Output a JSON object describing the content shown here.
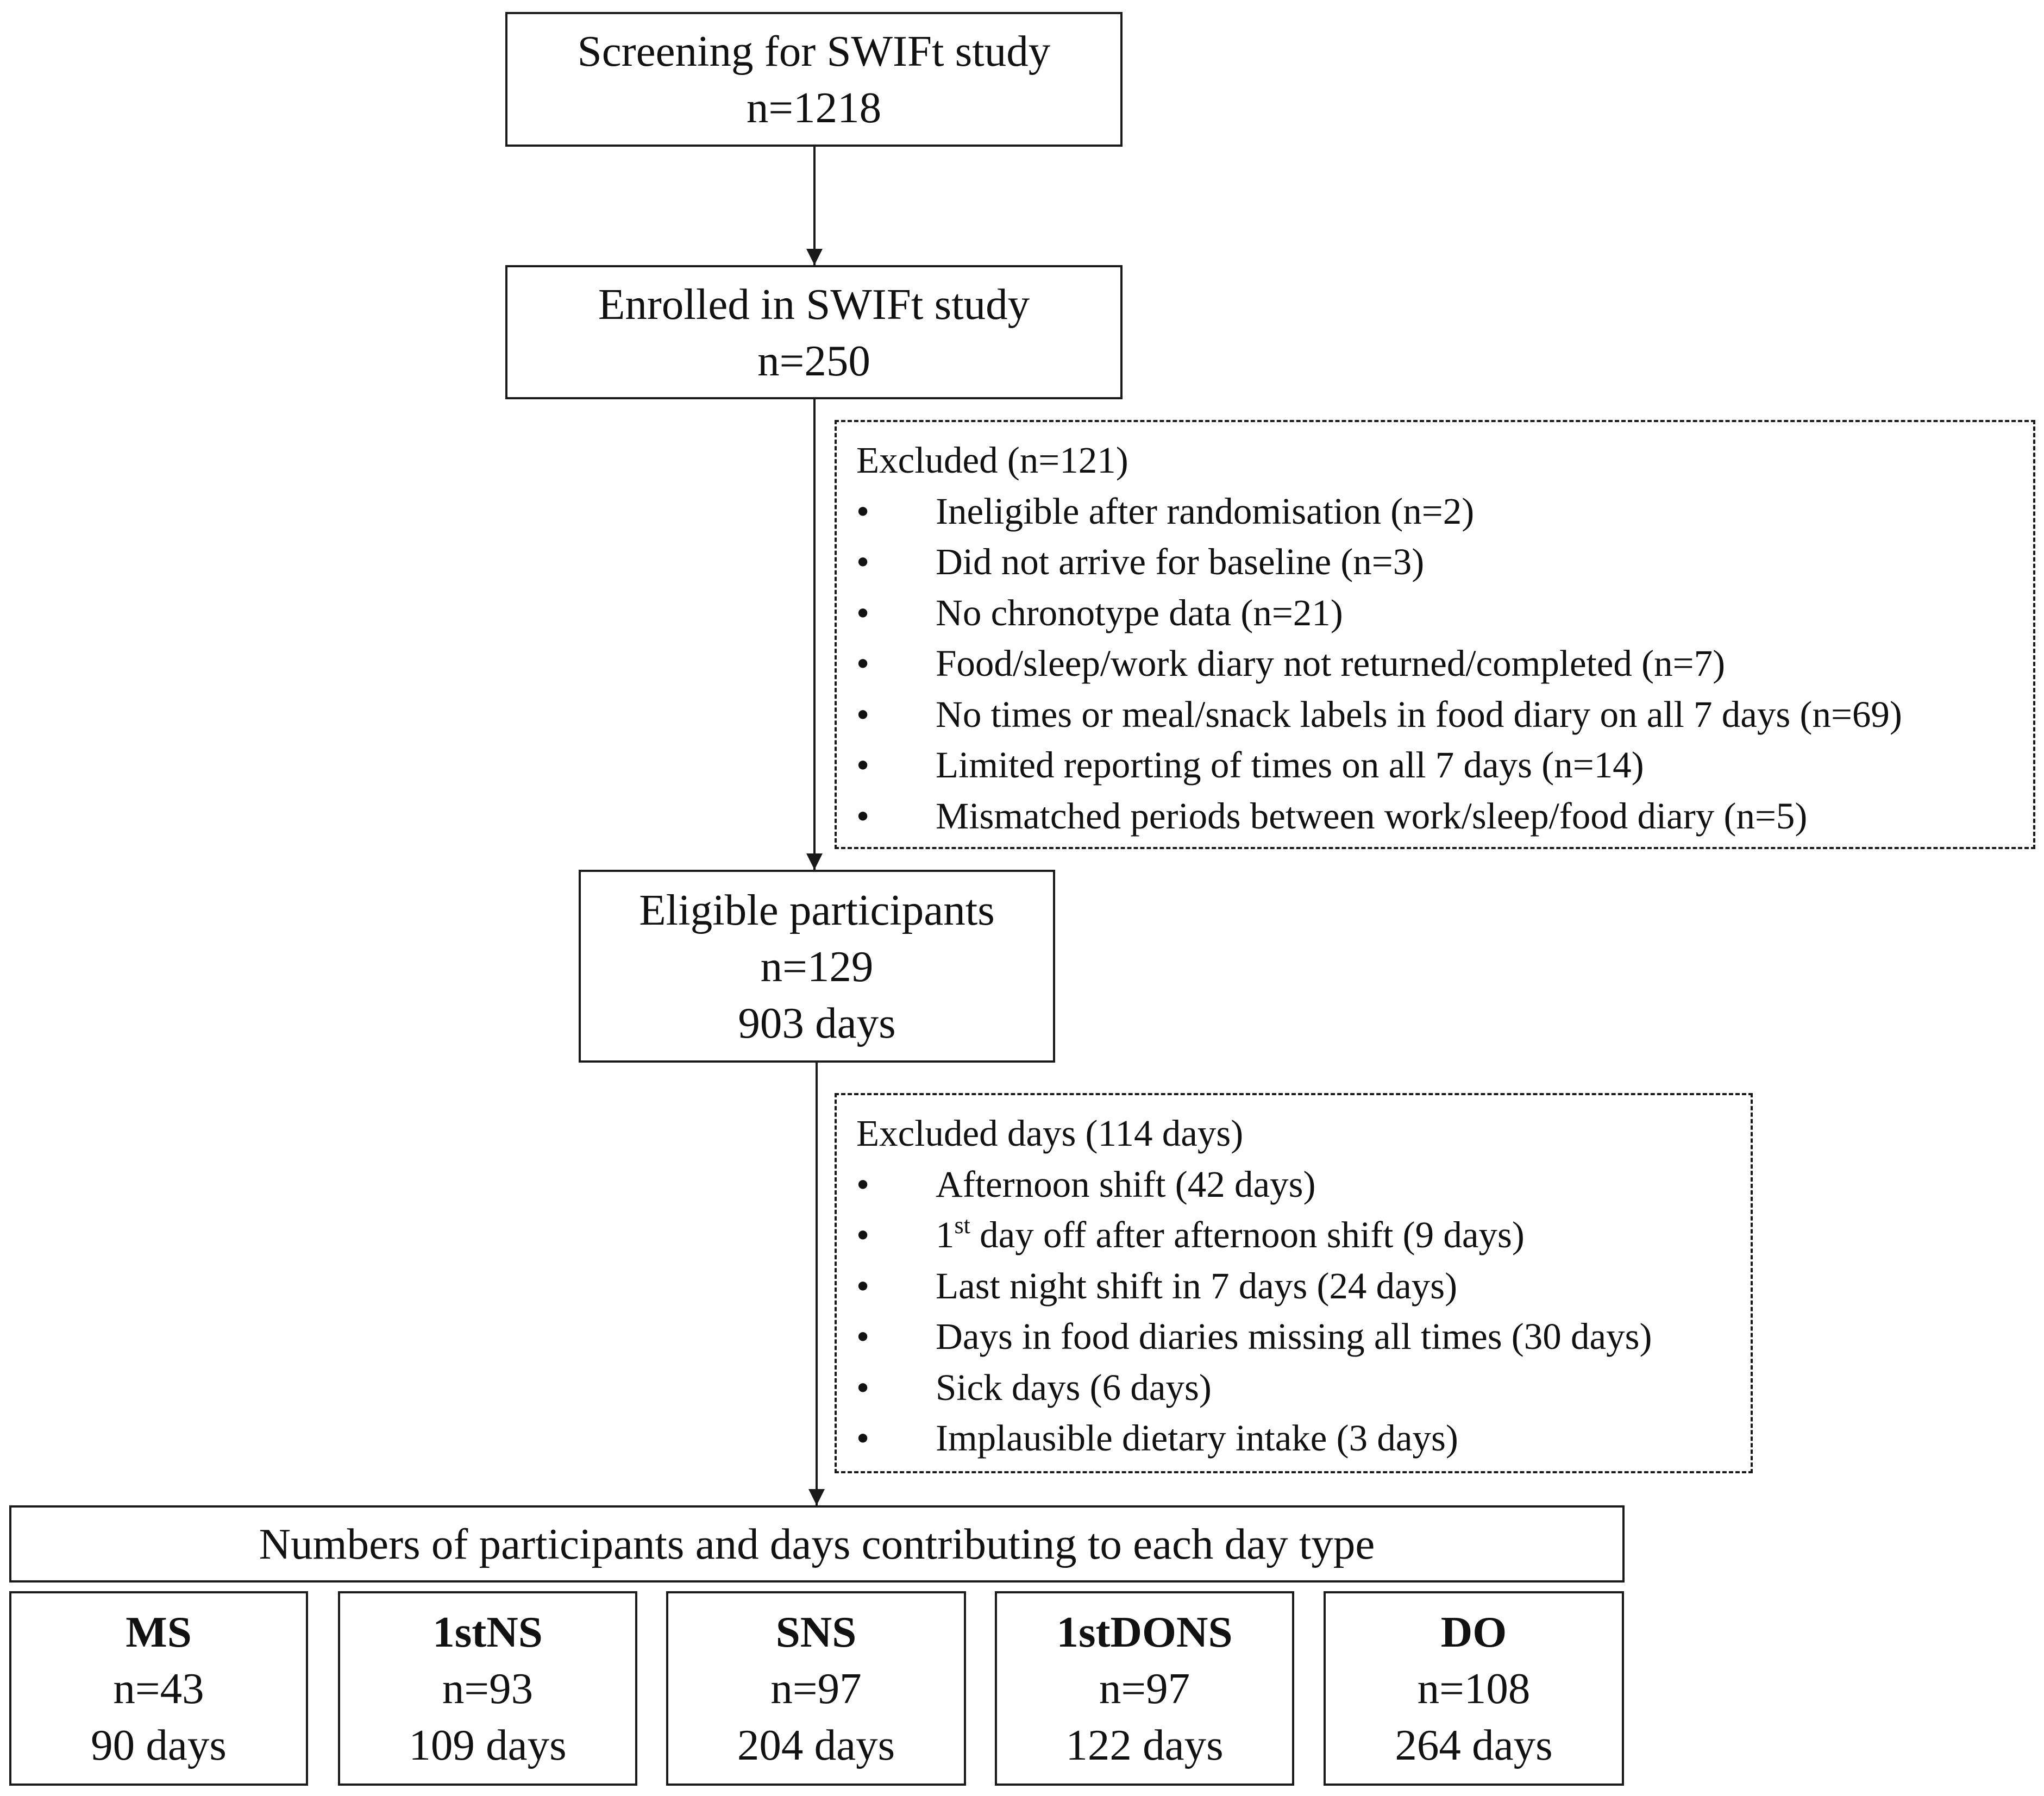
{
  "screening": {
    "title": "Screening for SWIFt study",
    "n": "n=1218"
  },
  "enrolled": {
    "title": "Enrolled in SWIFt study",
    "n": "n=250"
  },
  "excluded": {
    "header": "Excluded (n=121)",
    "bullet": "•",
    "items": [
      "Ineligible after randomisation (n=2)",
      "Did not arrive for baseline (n=3)",
      "No chronotype data (n=21)",
      "Food/sleep/work diary not returned/completed (n=7)",
      "No times or meal/snack labels in food diary on all 7 days (n=69)",
      "Limited reporting of times on all 7 days (n=14)",
      "Mismatched periods between work/sleep/food diary (n=5)"
    ]
  },
  "eligible": {
    "title": "Eligible participants",
    "n": "n=129",
    "days": "903 days"
  },
  "excluded_days": {
    "header": "Excluded days (114 days)",
    "bullet": "•",
    "items": [
      "Afternoon shift (42 days)",
      {
        "pre": "1",
        "sup": "st",
        "post": " day off after afternoon shift (9 days)"
      },
      "Last night shift in 7 days (24 days)",
      "Days in food diaries missing all times (30 days)",
      "Sick days (6 days)",
      "Implausible dietary intake (3 days)"
    ]
  },
  "summary": {
    "title": "Numbers of participants and days contributing to each day type"
  },
  "day_types": [
    {
      "label": "MS",
      "n": "n=43",
      "days": "90 days"
    },
    {
      "label": "1stNS",
      "n": "n=93",
      "days": "109 days"
    },
    {
      "label": "SNS",
      "n": "n=97",
      "days": "204 days"
    },
    {
      "label": "1stDONS",
      "n": "n=97",
      "days": "122 days"
    },
    {
      "label": "DO",
      "n": "n=108",
      "days": "264 days"
    }
  ]
}
